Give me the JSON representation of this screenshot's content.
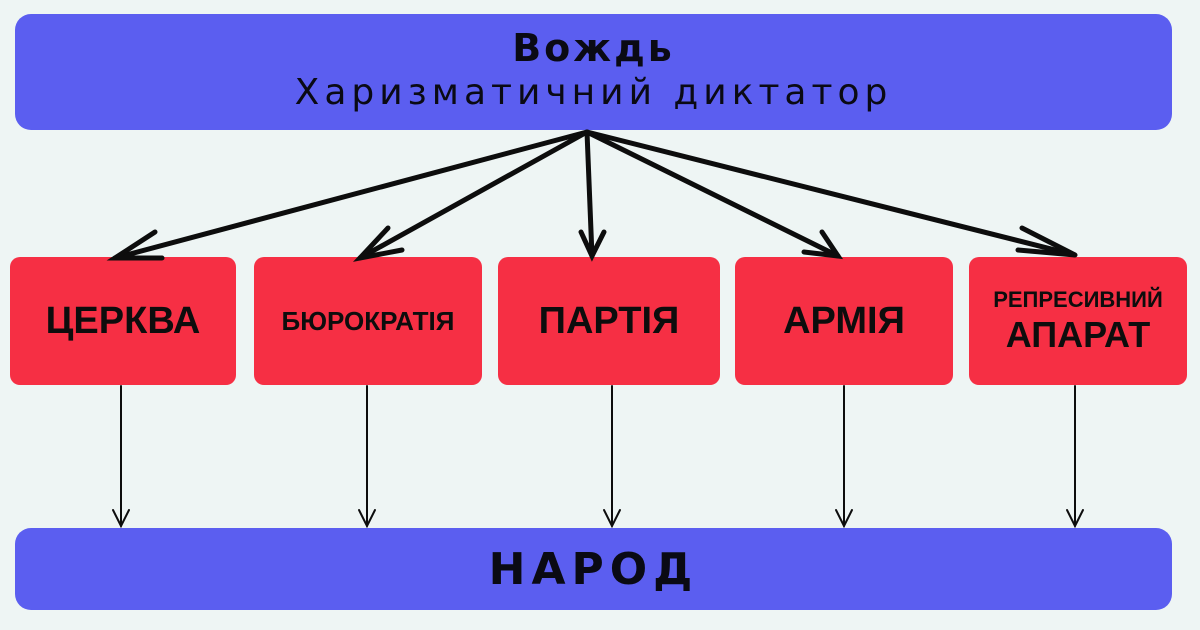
{
  "leader": {
    "title": "Вождь",
    "subtitle": "Харизматичний диктатор"
  },
  "institutions": [
    {
      "label": "ЦЕРКВА"
    },
    {
      "label": "БЮРОКРАТІЯ"
    },
    {
      "label": "ПАРТІЯ"
    },
    {
      "label": "АРМІЯ"
    },
    {
      "label_line1": "РЕПРЕСИВНИЙ",
      "label_line2": "АПАРАТ"
    }
  ],
  "people": {
    "label": "НАРОД"
  },
  "colors": {
    "background": "#eef5f4",
    "leader_bar": "#5b5ef0",
    "institution_box": "#f62f44",
    "people_bar": "#5b5ef0",
    "arrow": "#0d0d0d"
  }
}
